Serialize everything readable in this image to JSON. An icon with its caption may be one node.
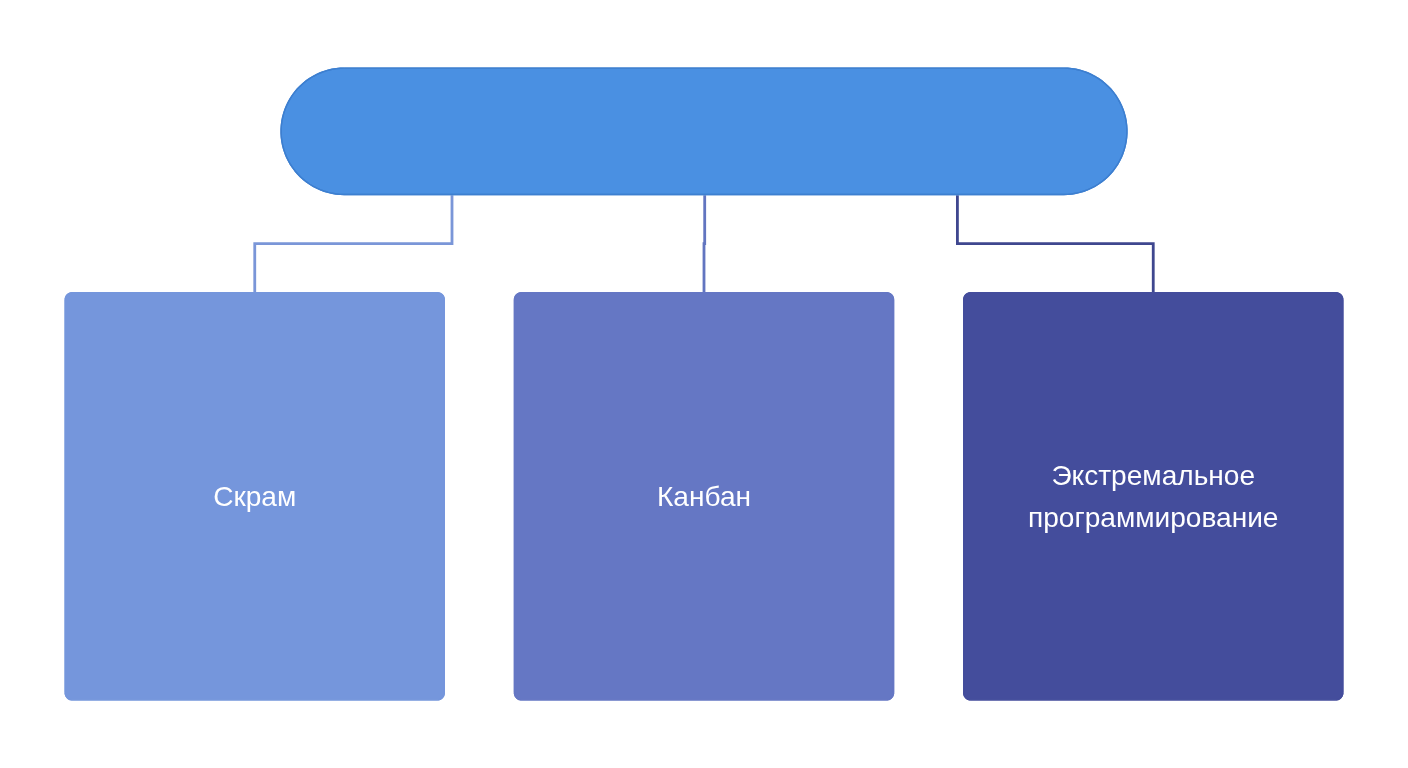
{
  "diagram": {
    "nodes": [
      {
        "text": [],
        "shape": "pill"
      },
      {
        "text": [
          "Скрам"
        ]
      },
      {
        "text": [
          "Канбан"
        ]
      },
      {
        "text": [
          "Экстремальное программирование"
        ]
      }
    ],
    "edges": [
      {
        "from": 0,
        "to": 1,
        "arrow": "none",
        "color": "#7a96d8"
      },
      {
        "from": 0,
        "to": 2,
        "arrow": "none",
        "color": "#6275c0"
      },
      {
        "from": 0,
        "to": 3,
        "arrow": "none",
        "color": "#3f478f"
      }
    ]
  }
}
